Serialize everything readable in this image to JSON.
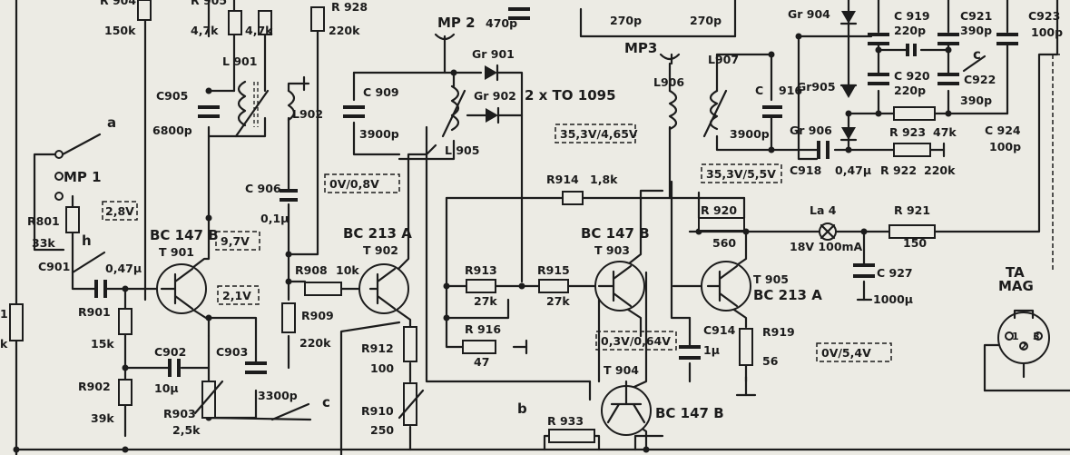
{
  "test_points": {
    "mp1": "MP 1",
    "mp2": "MP 2",
    "mp3": "MP3"
  },
  "switch_labels": {
    "a": "a",
    "b": "b",
    "c1": "c",
    "c2": "c",
    "h": "h"
  },
  "voltage_boxes": {
    "v1": "2,8V",
    "v2": "9,7V",
    "v3": "2,1V",
    "v4": "0V/0,8V",
    "v5": "35,3V/4,65V",
    "v6": "35,3V/5,5V",
    "v7": "0,3V/0,64V",
    "v8": "0V/5,4V"
  },
  "transistors": {
    "t901": {
      "type": "BC 147 B",
      "ref": "T 901"
    },
    "t902": {
      "type": "BC 213 A",
      "ref": "T 902"
    },
    "t903": {
      "type": "BC 147 B",
      "ref": "T 903"
    },
    "t904": {
      "type": "BC 147 B",
      "ref": "T 904"
    },
    "t905": {
      "type": "BC 213 A",
      "ref": "T 905"
    }
  },
  "resistors": {
    "r904": {
      "ref": "R 904",
      "value": "150k"
    },
    "r905": {
      "ref": "R 905",
      "value": "4,7k"
    },
    "r906": {
      "ref": "",
      "value": "4,7k"
    },
    "r928": {
      "ref": "R 928",
      "value": "220k"
    },
    "r801": {
      "ref": "R801",
      "value": "33k"
    },
    "r901": {
      "ref": "R901",
      "value": "15k"
    },
    "r902": {
      "ref": "R902",
      "value": "39k"
    },
    "r903": {
      "ref": "R903",
      "value": "2,5k"
    },
    "r908": {
      "ref": "R908",
      "value": "10k"
    },
    "r909": {
      "ref": "R909",
      "value": "220k"
    },
    "r912": {
      "ref": "R912",
      "value": "100"
    },
    "r910": {
      "ref": "R910",
      "value": "250"
    },
    "r913": {
      "ref": "R913",
      "value": "27k"
    },
    "r915": {
      "ref": "R915",
      "value": "27k"
    },
    "r916": {
      "ref": "R 916",
      "value": "47"
    },
    "r914": {
      "ref": "R914",
      "value": "1,8k"
    },
    "r920": {
      "ref": "R 920",
      "value": "560"
    },
    "r919": {
      "ref": "R919",
      "value": "56"
    },
    "r921": {
      "ref": "R 921",
      "value": "150"
    },
    "r922": {
      "ref": "R 922",
      "value": "220k"
    },
    "r923": {
      "ref": "R 923",
      "value": "47k"
    },
    "r933": {
      "ref": "R 933",
      "value": ""
    },
    "r_left": {
      "ref": "1",
      "value": "k"
    }
  },
  "capacitors": {
    "c905": {
      "ref": "C905",
      "value": "6800p"
    },
    "c906": {
      "ref": "C 906",
      "value": "0,1µ"
    },
    "c901": {
      "ref": "C901",
      "value": "0,47µ"
    },
    "c902": {
      "ref": "C902",
      "value": "10µ"
    },
    "c903": {
      "ref": "C903",
      "value": "3300p"
    },
    "c909": {
      "ref": "C 909",
      "value": "3900p"
    },
    "c_top1": {
      "ref": "",
      "value": "470p"
    },
    "c_top2": {
      "ref": "",
      "value": "270p"
    },
    "c_top3": {
      "ref": "",
      "value": "270p"
    },
    "c916": {
      "ref": "C",
      "value": "916",
      "value2": "3900p"
    },
    "c914": {
      "ref": "C914",
      "value": "1µ"
    },
    "c927": {
      "ref": "C 927",
      "value": "1000µ"
    },
    "c918": {
      "ref": "C918",
      "value": "0,47µ"
    },
    "c919": {
      "ref": "C 919",
      "value": "220p"
    },
    "c920": {
      "ref": "C 920",
      "value": "220p"
    },
    "c921": {
      "ref": "C921",
      "value": "390p"
    },
    "c922": {
      "ref": "C922",
      "value": "390p"
    },
    "c923": {
      "ref": "C923",
      "value": "100p"
    },
    "c924": {
      "ref": "C 924",
      "value": "100p"
    }
  },
  "inductors": {
    "l901": "L 901",
    "l902": "L902",
    "l905": "L 905",
    "l906": "L906",
    "l907": "L907"
  },
  "diodes": {
    "gr901": "Gr 901",
    "gr902": "Gr 902",
    "gr904": "Gr 904",
    "gr905": "Gr905",
    "gr906": "Gr 906",
    "pair_type": "2 x TO 1095"
  },
  "lamp": {
    "ref": "La 4",
    "rating": "18V 100mA"
  },
  "connector": {
    "line1": "TA",
    "line2": "MAG",
    "pin1": "1",
    "pin2": "2",
    "pin3": "3"
  }
}
